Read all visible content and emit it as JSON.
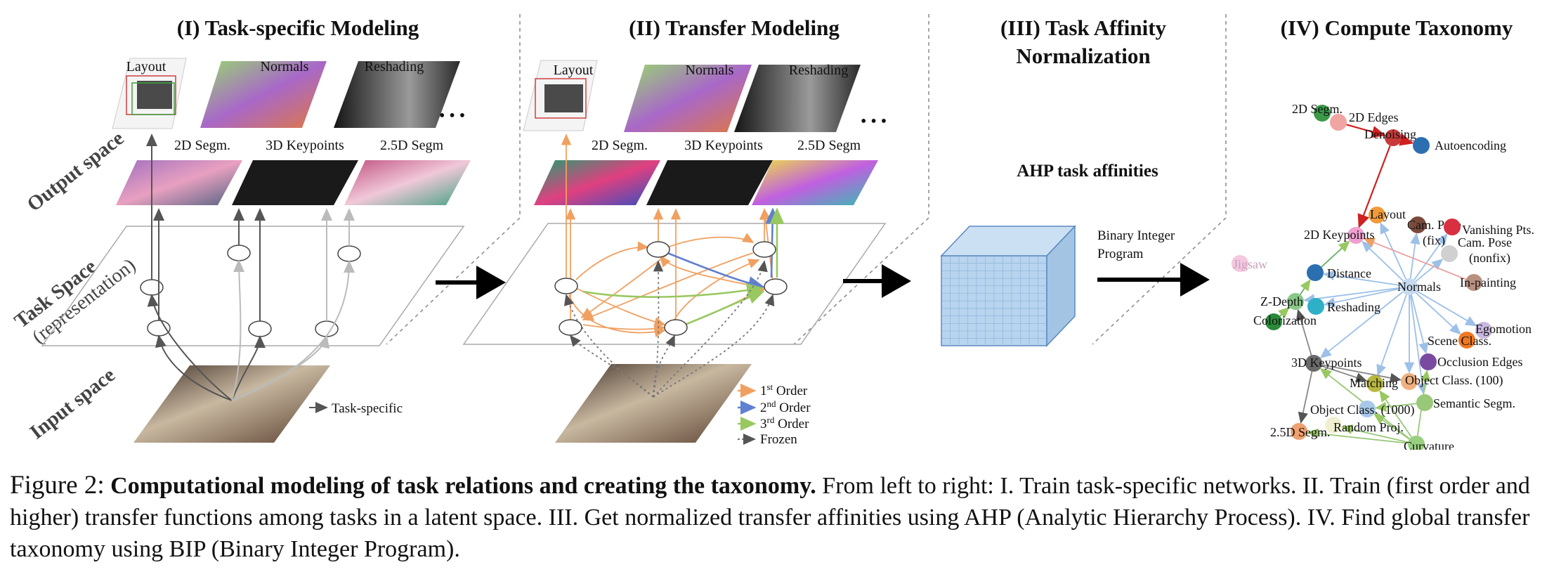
{
  "panels": {
    "p1_title": "(I) Task-specific Modeling",
    "p2_title": "(II) Transfer Modeling",
    "p3_title_line1": "(III) Task Affinity",
    "p3_title_line2": "Normalization",
    "p4_title": "(IV) Compute Taxonomy"
  },
  "axes": {
    "output_space": "Output space",
    "task_space": "Task Space",
    "task_space_sub": "(representation)",
    "input_space": "Input space"
  },
  "thumbs": {
    "layout": "Layout",
    "normals": "Normals",
    "reshading": "Reshading",
    "segm2d": "2D Segm.",
    "keypoints3d": "3D Keypoints",
    "segm25d": "2.5D Segm",
    "ellipsis": "• • •"
  },
  "panel1": {
    "task_specific": "Task-specific"
  },
  "legend": {
    "first": "1st Order",
    "second": "2nd Order",
    "third": "3rd Order",
    "frozen": "Frozen",
    "first_sup": "st",
    "second_sup": "nd",
    "third_sup": "rd",
    "order_word": "Order",
    "num1": "1",
    "num2": "2",
    "num3": "3"
  },
  "panel3": {
    "ahp": "AHP task affinities",
    "bip_line1": "Binary Integer",
    "bip_line2": "Program"
  },
  "taxonomy_nodes": [
    {
      "id": "segm2d",
      "label": "2D Segm.",
      "color": "#3a9a48"
    },
    {
      "id": "edges2d",
      "label": "2D Edges",
      "color": "#f0a4a4"
    },
    {
      "id": "denoising",
      "label": "Denoising",
      "color": "#c83a3a"
    },
    {
      "id": "autoencoding",
      "label": "Autoencoding",
      "color": "#2c6fb0"
    },
    {
      "id": "layout",
      "label": "Layout",
      "color": "#f09a3a"
    },
    {
      "id": "keypoints2d",
      "label": "2D Keypoints",
      "color": "#f0a0d0"
    },
    {
      "id": "camposefix",
      "label": "Cam. Pose",
      "label2": "(fix)",
      "color": "#7a4a3a"
    },
    {
      "id": "vanishing",
      "label": "Vanishing Pts.",
      "color": "#d83040"
    },
    {
      "id": "camposenonfix",
      "label": "Cam. Pose",
      "label2": "(nonfix)",
      "color": "#d0d0d0"
    },
    {
      "id": "jigsaw",
      "label": "Jigsaw",
      "color": "#f4c8e0"
    },
    {
      "id": "distance",
      "label": "Distance",
      "color": "#2c6fb0"
    },
    {
      "id": "normals",
      "label": "Normals",
      "color": "#c8daf0"
    },
    {
      "id": "inpainting",
      "label": "In-painting",
      "color": "#b89080"
    },
    {
      "id": "zdepth",
      "label": "Z-Depth",
      "color": "#88c888"
    },
    {
      "id": "reshading",
      "label": "Reshading",
      "color": "#30b0c8"
    },
    {
      "id": "colorization",
      "label": "Colorization",
      "color": "#2a8a3a"
    },
    {
      "id": "egomotion",
      "label": "Egomotion",
      "color": "#c8b8e0"
    },
    {
      "id": "sceneclass",
      "label": "Scene Class.",
      "color": "#f07820"
    },
    {
      "id": "keypoints3d",
      "label": "3D Keypoints",
      "color": "#6a6a6a"
    },
    {
      "id": "occlusion",
      "label": "Occlusion Edges",
      "color": "#7a4aa0"
    },
    {
      "id": "matching",
      "label": "Matching",
      "color": "#b8b840"
    },
    {
      "id": "objclass100",
      "label": "Object Class. (100)",
      "color": "#f0b080"
    },
    {
      "id": "objclass1000",
      "label": "Object Class. (1000)",
      "color": "#a8c8e8"
    },
    {
      "id": "semseg",
      "label": "Semantic Segm.",
      "color": "#98c878"
    },
    {
      "id": "segm25d",
      "label": "2.5D Segm.",
      "color": "#f0a070"
    },
    {
      "id": "random",
      "label": "Random Proj.",
      "color": "#f0f0d0"
    },
    {
      "id": "curvature",
      "label": "Curvature",
      "color": "#98d080"
    }
  ],
  "caption": {
    "label": "Figure 2:",
    "bold": "Computational modeling of task relations and creating the taxonomy.",
    "rest": "From left to right: I. Train task-specific networks. II. Train (first order and higher) transfer functions among tasks in a latent space. III. Get normalized transfer affinities using AHP (Analytic Hierarchy Process). IV. Find global transfer taxonomy using BIP (Binary Integer Program)."
  },
  "colors": {
    "first_order": "#f0a060",
    "second_order": "#6080d0",
    "third_order": "#98c860",
    "frozen": "#777777",
    "cube_face": "#b8d4ee",
    "cube_edge": "#5a88c0"
  }
}
